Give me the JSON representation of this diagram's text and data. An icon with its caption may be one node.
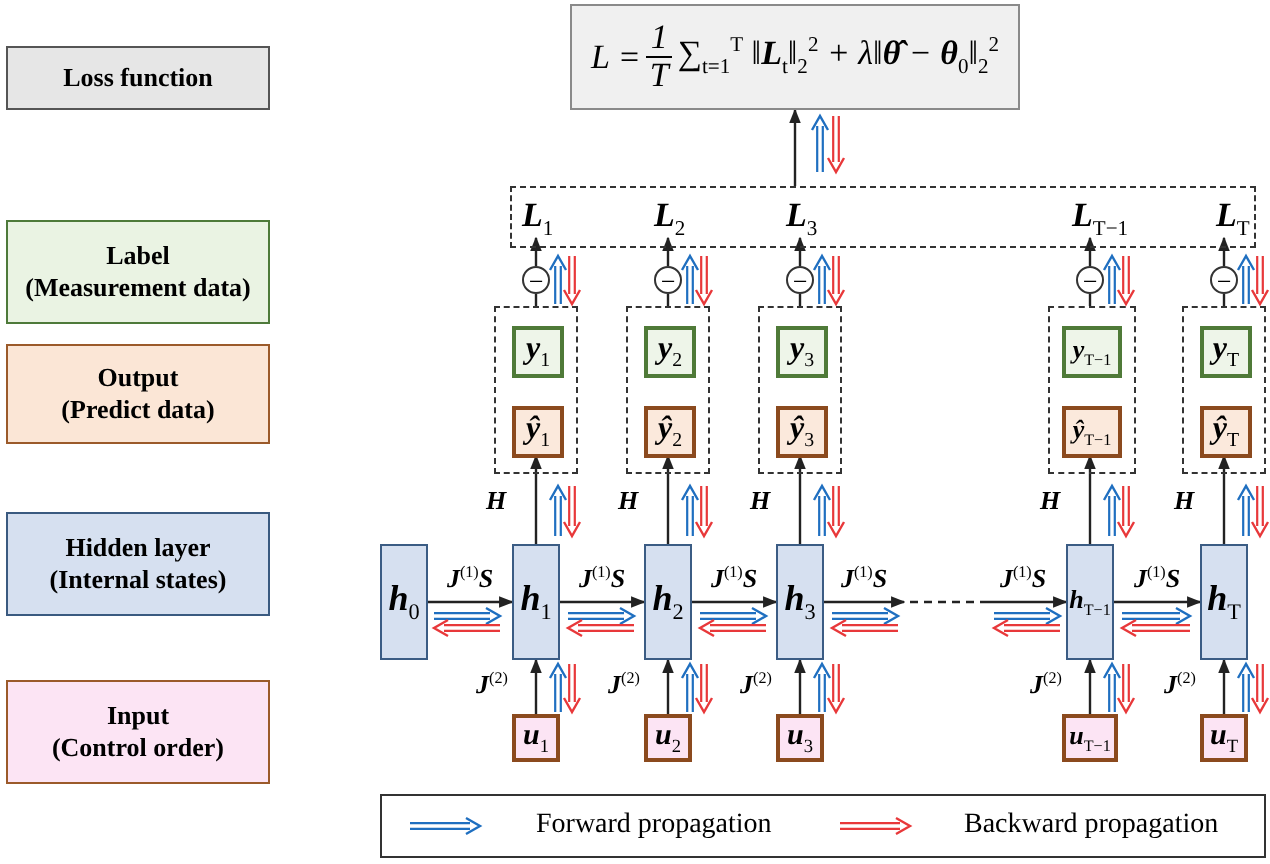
{
  "diagram": {
    "nodes": [
      {
        "text": [
          "Loss function"
        ]
      },
      {
        "text": [
          "Label",
          "(Measurement data)"
        ]
      },
      {
        "text": [
          "Output",
          "(Predict data)"
        ]
      },
      {
        "text": [
          "Hidden layer",
          "(Internal states)"
        ]
      },
      {
        "text": [
          "Input",
          "(Control order)"
        ]
      },
      {
        "text": [
          "L =",
          "1",
          "T",
          "∑$_{t=1}$$^{T}$ ‖**L**$_{t}$‖$_{2}$$^{2}$ + λ‖**θ̂** − **θ**$_{0}$‖$_{2}$$^{2}$"
        ]
      },
      {
        "text": [],
        "shape": "box"
      },
      {
        "text": [
          "L$_{1}$"
        ],
        "in": 6
      },
      {
        "text": [
          "L$_{2}$"
        ],
        "in": 6
      },
      {
        "text": [
          "L$_{3}$"
        ],
        "in": 6
      },
      {
        "text": [
          "L$_{T−1}$"
        ],
        "in": 6
      },
      {
        "text": [
          "L$_{T}$"
        ],
        "in": 6
      },
      {
        "text": [
          "−"
        ]
      },
      {
        "text": [
          "−"
        ]
      },
      {
        "text": [
          "−"
        ]
      },
      {
        "text": [
          "−"
        ]
      },
      {
        "text": [
          "−"
        ]
      },
      {
        "text": [],
        "shape": "box"
      },
      {
        "text": [
          "y$_{1}$"
        ],
        "in": 17
      },
      {
        "text": [
          "ŷ$_{1}$"
        ],
        "in": 17
      },
      {
        "text": [],
        "shape": "box"
      },
      {
        "text": [
          "y$_{2}$"
        ],
        "in": 20
      },
      {
        "text": [
          "ŷ$_{2}$"
        ],
        "in": 20
      },
      {
        "text": [],
        "shape": "box"
      },
      {
        "text": [
          "y$_{3}$"
        ],
        "in": 23
      },
      {
        "text": [
          "ŷ$_{3}$"
        ],
        "in": 23
      },
      {
        "text": [],
        "shape": "box"
      },
      {
        "text": [
          "y$_{T−1}$"
        ],
        "in": 26
      },
      {
        "text": [
          "ŷ$_{T−1}$"
        ],
        "in": 26
      },
      {
        "text": [],
        "shape": "box"
      },
      {
        "text": [
          "y$_{T}$"
        ],
        "in": 29
      },
      {
        "text": [
          "ŷ$_{T}$"
        ],
        "in": 29
      },
      {
        "text": [
          "h$_{0}$"
        ]
      },
      {
        "text": [
          "h$_{1}$"
        ]
      },
      {
        "text": [
          "h$_{2}$"
        ]
      },
      {
        "text": [
          "h$_{3}$"
        ]
      },
      {
        "text": [
          "h$_{T−1}$"
        ]
      },
      {
        "text": [
          "h$_{T}$"
        ]
      },
      {
        "text": [
          "u$_{1}$"
        ]
      },
      {
        "text": [
          "u$_{2}$"
        ]
      },
      {
        "text": [
          "u$_{3}$"
        ]
      },
      {
        "text": [
          "u$_{T−1}$"
        ]
      },
      {
        "text": [
          "u$_{T}$"
        ]
      }
    ],
    "edges": [
      {
        "from": 6,
        "to": 5,
        "arrow": "to"
      },
      {
        "from": 12,
        "to": 7,
        "arrow": "to"
      },
      {
        "from": 13,
        "to": 8,
        "arrow": "to"
      },
      {
        "from": 14,
        "to": 9,
        "arrow": "to"
      },
      {
        "from": 15,
        "to": 10,
        "arrow": "to"
      },
      {
        "from": 16,
        "to": 11,
        "arrow": "to"
      },
      {
        "from": 17,
        "to": 12,
        "arrow": "none"
      },
      {
        "from": 20,
        "to": 13,
        "arrow": "none"
      },
      {
        "from": 23,
        "to": 14,
        "arrow": "none"
      },
      {
        "from": 26,
        "to": 15,
        "arrow": "none"
      },
      {
        "from": 29,
        "to": 16,
        "arrow": "none"
      },
      {
        "from": 33,
        "to": 19,
        "arrow": "to",
        "label": "H"
      },
      {
        "from": 34,
        "to": 22,
        "arrow": "to",
        "label": "H"
      },
      {
        "from": 35,
        "to": 25,
        "arrow": "to",
        "label": "H"
      },
      {
        "from": 36,
        "to": 28,
        "arrow": "to",
        "label": "H"
      },
      {
        "from": 37,
        "to": 31,
        "arrow": "to",
        "label": "H"
      },
      {
        "from": 32,
        "to": 33,
        "arrow": "to",
        "label": "J$^{(1)}$S"
      },
      {
        "from": 33,
        "to": 34,
        "arrow": "to",
        "label": "J$^{(1)}$S"
      },
      {
        "from": 34,
        "to": 35,
        "arrow": "to",
        "label": "J$^{(1)}$S"
      },
      {
        "from": 35,
        "to": null,
        "arrow": "to",
        "label": "J$^{(1)}$S"
      },
      {
        "from": null,
        "to": 36,
        "arrow": "to",
        "label": "J$^{(1)}$S"
      },
      {
        "from": 36,
        "to": 37,
        "arrow": "to",
        "label": "J$^{(1)}$S"
      },
      {
        "from": 38,
        "to": 33,
        "arrow": "to",
        "label": "J$^{(2)}$"
      },
      {
        "from": 39,
        "to": 34,
        "arrow": "to",
        "label": "J$^{(2)}$"
      },
      {
        "from": 40,
        "to": 35,
        "arrow": "to",
        "label": "J$^{(2)}$"
      },
      {
        "from": 41,
        "to": 36,
        "arrow": "to",
        "label": "J$^{(2)}$"
      },
      {
        "from": 42,
        "to": 37,
        "arrow": "to",
        "label": "J$^{(2)}$"
      }
    ],
    "legend": [
      {
        "text": "Forward propagation"
      },
      {
        "text": "Backward propagation"
      }
    ]
  }
}
